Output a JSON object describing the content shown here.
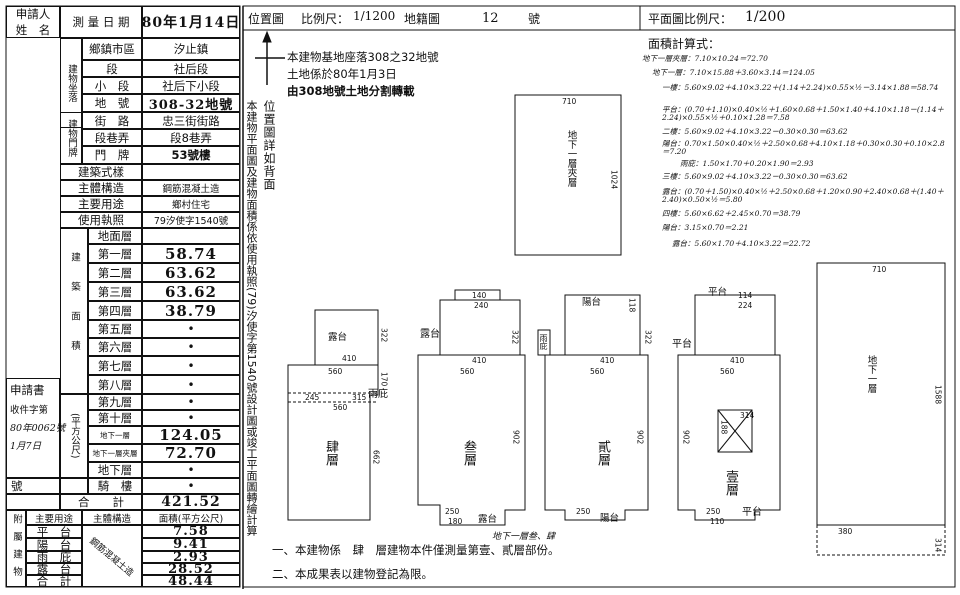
{
  "left_table": {
    "applicant_header": "申請人",
    "applicant_name_header": "姓　名",
    "survey_date_label": "測 量 日 期",
    "survey_date_value": "80年1月14日",
    "side_label_1": "建物坐落",
    "township_label": "鄉鎮市區",
    "township_value": "汐止鎮",
    "section_label": "段",
    "section_value": "社后段",
    "subsection_label": "小　段",
    "subsection_value": "社后下小段",
    "lot_label": "地　號",
    "lot_value": "308-32地號",
    "side_label_2": "建物門牌",
    "street_label": "街　路",
    "street_value": "忠三街街路",
    "lane_label": "段巷弄",
    "lane_value": "段8巷弄",
    "door_label": "門　牌",
    "door_value": "53號樓",
    "style_label": "建築式樣",
    "structure_label": "主體構造",
    "structure_value": "鋼筋混凝土造",
    "usage_label": "主要用途",
    "usage_value": "鄉村住宅",
    "license_label": "使用執照",
    "license_value": "79汐使字1540號",
    "side_label_3": "建築面積",
    "floor_ground_label": "地面層",
    "floor_1_label": "第一層",
    "floor_1_value": "58.74",
    "floor_2_label": "第二層",
    "floor_2_value": "63.62",
    "floor_3_label": "第三層",
    "floor_3_value": "63.62",
    "floor_4_label": "第四層",
    "floor_4_value": "38.79",
    "floor_5_label": "第五層",
    "floor_6_label": "第六層",
    "floor_7_label": "第七層",
    "floor_8_label": "第八層",
    "floor_9_label": "第九層",
    "floor_10_label": "第十層",
    "empty_dot": "•",
    "application_box_label": "申請書",
    "application_no_label": "收件字第",
    "application_no_value": "80年0062號",
    "application_date_value": "1月7日",
    "unit_label": "(平方公尺)",
    "basement_1_label": "地下一層",
    "basement_1_value": "124.05",
    "basement_mezz_label": "地下一層夾層",
    "basement_mezz_value": "72.70",
    "basement_floor_label": "地下層",
    "arcade_label": "騎　樓",
    "total_label": "合　　計",
    "total_value": "421.52",
    "number_label": "號",
    "annex_side_label": "附屬建物",
    "annex_use_header": "主要用途",
    "annex_struct_header": "主體構造",
    "annex_area_header": "面積(平方公尺)",
    "annex_1_label": "平　台",
    "annex_1_value": "7.58",
    "annex_2_label": "陽　台",
    "annex_2_value": "9.41",
    "annex_3_label": "雨　庇",
    "annex_3_value": "2.93",
    "annex_4_label": "露　台",
    "annex_4_value": "28.52",
    "annex_total_label": "合　計",
    "annex_total_value": "48.44",
    "annex_struct_value": "鋼筋混凝土造"
  },
  "location_panel": {
    "title": "位置圖",
    "scale_label": "比例尺：",
    "scale_value": "1/1200",
    "cadastral_label": "地籍圖",
    "map_number": "12",
    "map_suffix": "號",
    "note_line_1": "本建物基地座落308之32地號",
    "note_line_2": "土地係於80年1月3日",
    "note_line_3": "由308地號土地分割轉載",
    "vertical_note_1": "位置圖詳如背面",
    "vertical_note_2": "本建物平面圖及建物面積係依使用執照(79)汐使字第1540號設計圖或竣工平面圖轉繪計算"
  },
  "plan_panel": {
    "title": "平面圖比例尺：",
    "scale_value": "1/200",
    "calc_title": "面積計算式：",
    "calc_lines": [
      "地下一層夾層：7.10×10.24＝72.70",
      "地下一層：7.10×15.88＋3.60×3.14＝124.05",
      "一樓：5.60×9.02＋4.10×3.22＋(1.14＋2.24)×0.55×½－3.14×1.88＝58.74",
      "平台：(0.70＋1.10)×0.40×½＋1.60×0.68＋1.50×1.40＋4.10×1.18－(1.14＋2.24)×0.55×½＋0.10×1.28＝7.58",
      "二樓：5.60×9.02＋4.10×3.22－0.30×0.30＝63.62",
      "陽台：0.70×1.50×0.40×½＋2.50×0.68＋4.10×1.18＋0.30×0.30＋0.10×2.8＝7.20",
      "雨庇：1.50×1.70＋0.20×1.90＝2.93",
      "三樓：5.60×9.02＋4.10×3.22－0.30×0.30＝63.62",
      "露台：(0.70＋1.50)×0.40×½＋2.50×0.68＋1.20×0.90＋2.40×0.68＋(1.40＋2.40)×0.50×½＝5.80",
      "四樓：5.60×6.62＋2.45×0.70＝38.79",
      "陽台：3.15×0.70＝2.21",
      "露台：5.60×1.70＋4.10×3.22＝22.72"
    ],
    "mezz_label": "地下一層夾層",
    "basement_label": "地下一層",
    "floor4_label": "肆層",
    "floor3_label": "叁層",
    "floor2_label": "貳層",
    "floor1_label": "壹層",
    "terrace_label": "露台",
    "balcony_label": "陽台",
    "platform_label": "平台",
    "canopy_label": "雨庇",
    "dims": {
      "mezz_w": "710",
      "mezz_h": "1024",
      "base_w": "710",
      "base_h": "1588",
      "base_b": "380",
      "base_s": "314",
      "f4_a": "322",
      "f4_b": "410",
      "f4_c": "170",
      "f4_d": "560",
      "f4_e": "245",
      "f4_f": "315",
      "f4_g": "662",
      "f4_h": "560",
      "f3_a": "140",
      "f3_b": "240",
      "f3_c": "410",
      "f3_d": "560",
      "f3_e": "902",
      "f3_f": "250",
      "f3_g": "180",
      "f3_h": "322",
      "f2_a": "410",
      "f2_b": "560",
      "f2_c": "902",
      "f2_d": "250",
      "f2_e": "322",
      "f2_f": "118",
      "f1_a": "410",
      "f1_b": "560",
      "f1_c": "314",
      "f1_d": "188",
      "f1_e": "902",
      "f1_f": "250",
      "f1_g": "110",
      "f1_h": "114",
      "f1_i": "224"
    },
    "footnote_1": "一、本建物係　肆　層建物本件僅測量第壹、貳層部份。",
    "footnote_1b": "地下一層叁、肆",
    "footnote_2": "二、本成果表以建物登記為限。"
  }
}
